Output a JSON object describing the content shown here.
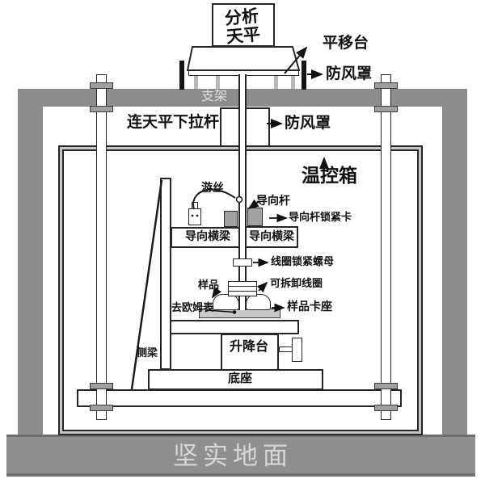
{
  "diagram": {
    "title_box": "分析天平",
    "labels": {
      "translation_stage": "平移台",
      "windshield_top": "防风罩",
      "support_frame": "支架",
      "pull_rod": "连天平下拉杆",
      "windshield_mid": "防风罩",
      "thermo_box": "温控箱",
      "hairspring": "游丝",
      "guide_rod": "导向杆",
      "guide_rod_clip": "导向杆锁紧卡",
      "guide_beam_left": "导向横梁",
      "guide_beam_right": "导向横梁",
      "coil_lock_nut": "线圈锁紧螺母",
      "sample": "样品",
      "detachable_coil": "可拆卸线圈",
      "to_ohmmeter": "去欧姆表",
      "sample_holder": "样品卡座",
      "side_beam": "侧梁",
      "lift_table": "升降台",
      "base": "底座",
      "ground": "坚实地面"
    },
    "colors": {
      "frame_gray": "#8d8d8d",
      "ground_gray": "#8f8f8f",
      "border_gap_gray": "#c6c6c6",
      "nut_gray": "#9f9f9f",
      "slab_gray": "#c9c9c9",
      "line_dark": "#1c1c1c",
      "ground_text": "#d6d6d6",
      "bracket_text": "#e0e0e0"
    }
  }
}
